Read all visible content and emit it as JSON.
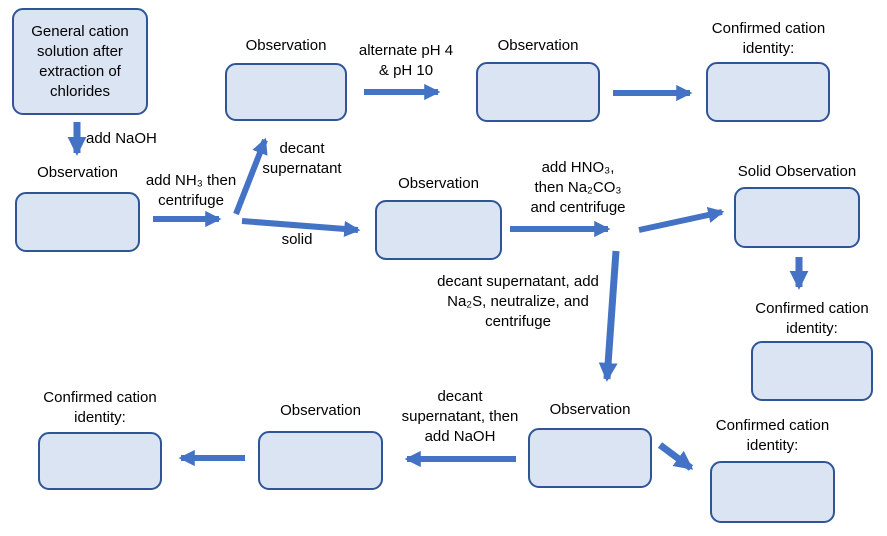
{
  "colors": {
    "box_fill": "#dbe4f3",
    "box_border": "#2f5597",
    "arrow": "#4472c4",
    "text": "#000000",
    "background": "#ffffff"
  },
  "nodes": {
    "start": {
      "label": "General cation\nsolution after\nextraction of\nchlorides"
    },
    "obs_after_naoh": {
      "label": "Observation"
    },
    "obs_supernatant": {
      "label": "Observation"
    },
    "obs_ph": {
      "label": "Observation"
    },
    "confirmed_top": {
      "label": "Confirmed cation\nidentity:"
    },
    "obs_solid": {
      "label": "Observation"
    },
    "solid_observation": {
      "label": "Solid Observation"
    },
    "confirmed_right": {
      "label": "Confirmed cation\nidentity:"
    },
    "obs_na2s": {
      "label": "Observation"
    },
    "confirmed_bottom_right": {
      "label": "Confirmed cation\nidentity:"
    },
    "obs_naoh2": {
      "label": "Observation"
    },
    "confirmed_bottom_left": {
      "label": "Confirmed cation\nidentity:"
    }
  },
  "edges": {
    "add_naoh": {
      "label": "add NaOH"
    },
    "add_nh3": {
      "label": "add NH₃ then\ncentrifuge"
    },
    "decant_supernatant": {
      "label": "decant\nsupernatant"
    },
    "solid": {
      "label": "solid"
    },
    "alternate_ph": {
      "label": "alternate pH 4\n& pH 10"
    },
    "add_hno3": {
      "label": "add HNO₃,\nthen Na₂CO₃\nand centrifuge"
    },
    "decant_na2s": {
      "label": "decant supernatant, add\nNa₂S, neutralize, and\ncentrifuge"
    },
    "decant_then_naoh": {
      "label": "decant\nsupernatant, then\nadd NaOH"
    }
  }
}
